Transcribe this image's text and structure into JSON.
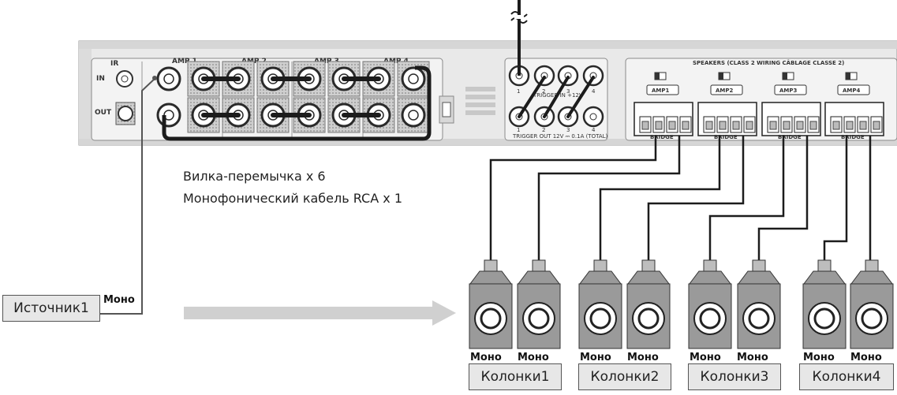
{
  "rear_panel": {
    "ir_label": "IR",
    "in_label": "IN",
    "out_label": "OUT",
    "amp_labels": [
      "AMP 1",
      "AMP 2",
      "AMP 3",
      "AMP 4"
    ],
    "trigger_in_label": "TRIGGER IN +12V",
    "trigger_out_label": "TRIGGER OUT 12V ⎓ 0.1A (TOTAL)",
    "trigger_numbers": [
      "1",
      "2",
      "3",
      "4"
    ],
    "speakers_label": "SPEAKERS (CLASS 2 WIRING CÂBLAGE CLASSE 2)",
    "amp_block_labels": [
      "AMP1",
      "AMP2",
      "AMP3",
      "AMP4"
    ],
    "bridge_label": "BRIDGE"
  },
  "notes": {
    "line1": "Вилка-перемычка x 6",
    "line2": "Монофонический кабель RCA x 1"
  },
  "source": {
    "label": "Источник1",
    "mono": "Моно"
  },
  "speakers": {
    "mono_label": "Моно",
    "groups": [
      "Колонки1",
      "Колонки2",
      "Колонки3",
      "Колонки4"
    ]
  },
  "colors": {
    "panel": "#ededed",
    "panel_edge": "#9a9a9a",
    "cable": "#2a2a2a",
    "arrow": "#d0d0d0",
    "box_fill": "#e7e7e7"
  }
}
